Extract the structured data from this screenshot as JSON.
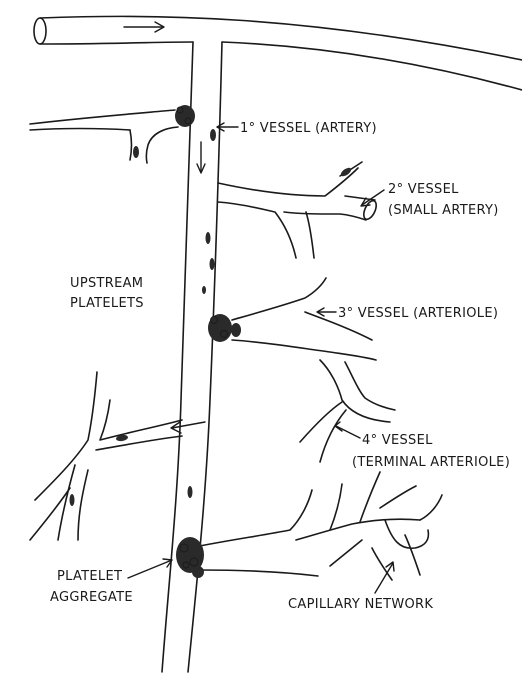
{
  "labels": {
    "primary": "1° VESSEL (ARTERY)",
    "secondary_line1": "2° VESSEL",
    "secondary_line2": "(SMALL ARTERY)",
    "tertiary": "3° VESSEL (ARTERIOLE)",
    "quaternary_line1": "4° VESSEL",
    "quaternary_line2": "(TERMINAL ARTERIOLE)",
    "upstream_line1": "UPSTREAM",
    "upstream_line2": "PLATELETS",
    "aggregate_line1": "PLATELET",
    "aggregate_line2": "AGGREGATE",
    "capillary": "CAPILLARY NETWORK"
  }
}
